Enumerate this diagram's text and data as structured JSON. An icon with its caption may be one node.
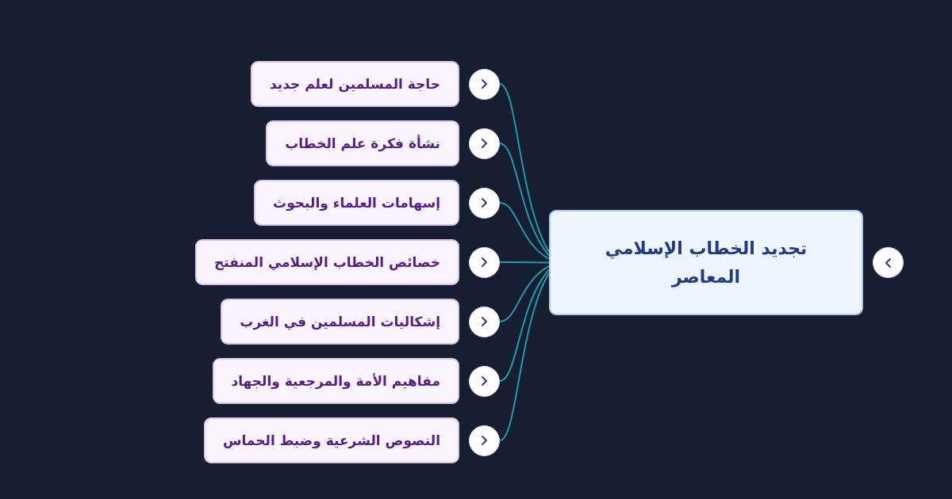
{
  "diagram": {
    "nodes": [
      {
        "text": [
          "تجديد الخطاب الإسلامي المعاصر"
        ]
      },
      {
        "text": [
          "حاجة المسلمين لعلم جديد"
        ]
      },
      {
        "text": [
          "نشأة فكرة علم الخطاب"
        ]
      },
      {
        "text": [
          "إسهامات العلماء والبحوث"
        ]
      },
      {
        "text": [
          "خصائص الخطاب الإسلامي المنفتح"
        ]
      },
      {
        "text": [
          "إشكاليات المسلمين في الغرب"
        ]
      },
      {
        "text": [
          "مفاهيم الأمة والمرجعية والجهاد"
        ]
      },
      {
        "text": [
          "النصوص الشرعية وضبط الحماس"
        ]
      }
    ],
    "edges": [
      {
        "from": 0,
        "to": 1,
        "arrow": "none"
      },
      {
        "from": 0,
        "to": 2,
        "arrow": "none"
      },
      {
        "from": 0,
        "to": 3,
        "arrow": "none"
      },
      {
        "from": 0,
        "to": 4,
        "arrow": "none"
      },
      {
        "from": 0,
        "to": 5,
        "arrow": "none"
      },
      {
        "from": 0,
        "to": 6,
        "arrow": "none"
      },
      {
        "from": 0,
        "to": 7,
        "arrow": "none"
      }
    ]
  }
}
